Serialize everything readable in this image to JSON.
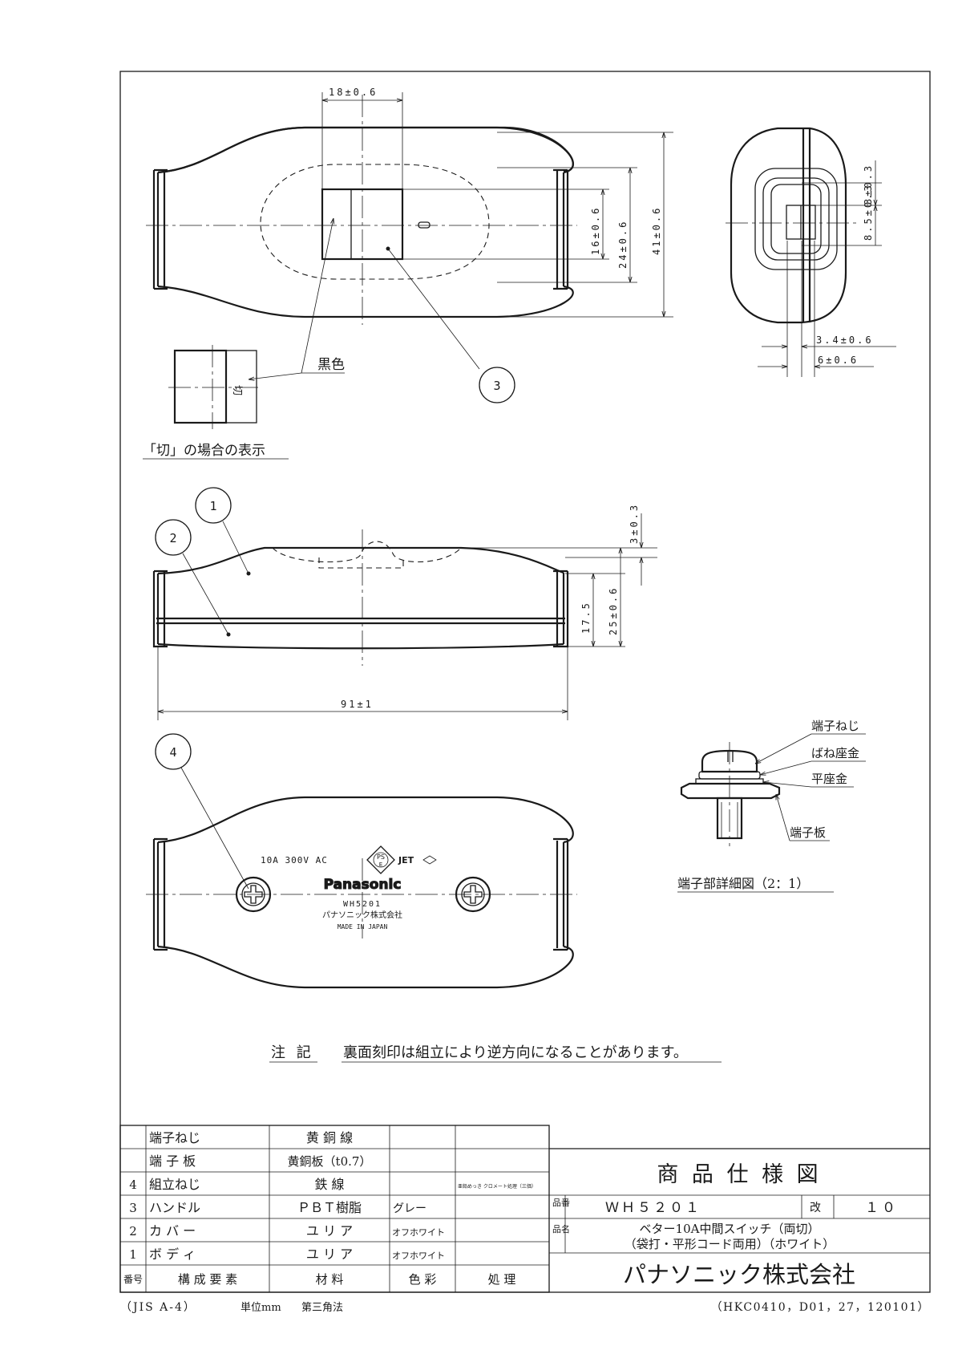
{
  "dims": {
    "top_width": "18±0.6",
    "handle_h": "16±0.6",
    "inner_h": "24±0.6",
    "total_h": "41±0.6",
    "side_r1": "3±0.3",
    "side_r2": "8.5±0.3",
    "side_b1": "3.4±0.6",
    "side_b2": "6±0.6",
    "front_t": "3±0.3",
    "front_h1": "17.5",
    "front_h2": "25±0.6",
    "length": "91±1"
  },
  "labels": {
    "black": "黒色",
    "off_indicator": "「切」の場合の表示",
    "off_mark": "切",
    "balloons": [
      "1",
      "2",
      "3",
      "4"
    ]
  },
  "marking": {
    "rating": "10A 300V AC",
    "pse": "PS",
    "pse_e": "E",
    "jet": "JET",
    "brand": "Panasonic",
    "model": "WH5201",
    "maker": "パナソニック株式会社",
    "origin": "MADE IN JAPAN"
  },
  "detail": {
    "screw": "端子ねじ",
    "spring_washer": "ばね座金",
    "flat_washer": "平座金",
    "plate": "端子板",
    "caption": "端子部詳細図（2：1）"
  },
  "note": {
    "title": "注 記",
    "text": "裏面刻印は組立により逆方向になることがあります。"
  },
  "parts_table": {
    "header": [
      "番号",
      "構 成 要 素",
      "材 料",
      "色 彩",
      "処 理"
    ],
    "rows": [
      {
        "no": "",
        "name": "端子ねじ",
        "material": "黄 銅 線",
        "color": "",
        "treatment": ""
      },
      {
        "no": "",
        "name": "端 子 板",
        "material": "黄銅板（t0.7）",
        "color": "",
        "treatment": ""
      },
      {
        "no": "4",
        "name": "組立ねじ",
        "material": "鉄 線",
        "color": "",
        "treatment": "亜鉛めっき クロメート処理（三価）"
      },
      {
        "no": "3",
        "name": "ハンドル",
        "material": "ＰＢＴ樹脂",
        "color": "グレー",
        "treatment": ""
      },
      {
        "no": "2",
        "name": "カ バ ー",
        "material": "ユ リ ア",
        "color": "オフホワイト",
        "treatment": ""
      },
      {
        "no": "1",
        "name": "ボ デ ィ",
        "material": "ユ リ ア",
        "color": "オフホワイト",
        "treatment": ""
      }
    ]
  },
  "title_block": {
    "title": "商 品 仕 様 図",
    "part_no_label": "品番",
    "part_no": "ＷＨ５２０１",
    "rev_label": "改",
    "rev": "１０",
    "name_label": "品名",
    "name_line1": "ベター10A中間スイッチ（両切）",
    "name_line2": "（袋打・平形コード両用）（ホワイト）",
    "company": "パナソニック株式会社"
  },
  "footer": {
    "standard": "（JIS A-4）",
    "unit": "単位mm",
    "projection": "第三角法",
    "doc_code": "（HKC0410，D01，27，120101）"
  }
}
